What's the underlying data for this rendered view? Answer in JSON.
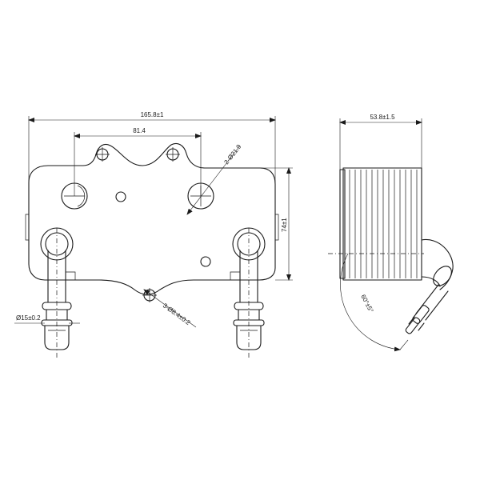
{
  "labels": {
    "overall_width": "165.8±1",
    "bolt_spacing": "81.4",
    "port_holes": "2-Ø21.9",
    "height": "74±1",
    "mount_holes": "3-Ø8.4±0.2",
    "pipe_diameter": "Ø15±0.2",
    "side_depth": "53.8±1.5",
    "pipe_angle": "60°±5°"
  }
}
